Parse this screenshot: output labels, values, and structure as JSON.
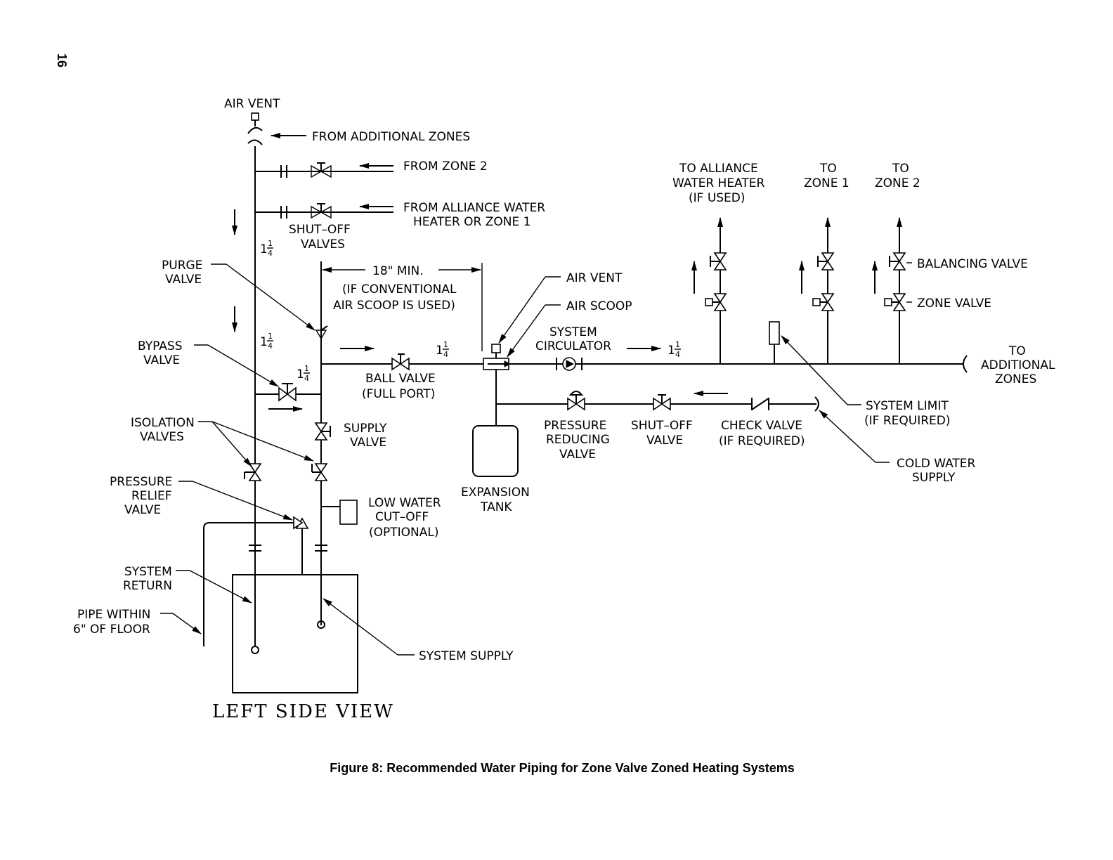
{
  "page_number": "16",
  "caption": "Figure 8: Recommended Water Piping for Zone Valve Zoned Heating Systems",
  "view_title": "LEFT SIDE VIEW",
  "labels": {
    "air_vent_top": "AIR VENT",
    "from_additional_zones": "FROM ADDITIONAL ZONES",
    "from_zone_2": "FROM ZONE 2",
    "from_alliance_1": "FROM ALLIANCE WATER",
    "from_alliance_2": "HEATER OR ZONE 1",
    "shutoff_valves_1": "SHUT–OFF",
    "shutoff_valves_2": "VALVES",
    "purge_1": "PURGE",
    "purge_2": "VALVE",
    "min18_1": "18\" MIN.",
    "min18_2": "(IF CONVENTIONAL",
    "min18_3": "AIR SCOOP IS USED)",
    "bypass_1": "BYPASS",
    "bypass_2": "VALVE",
    "ball_1": "BALL VALVE",
    "ball_2": "(FULL PORT)",
    "air_vent_right": "AIR VENT",
    "air_scoop": "AIR SCOOP",
    "circ_1": "SYSTEM",
    "circ_2": "CIRCULATOR",
    "to_alliance_1": "TO ALLIANCE",
    "to_alliance_2": "WATER HEATER",
    "to_alliance_3": "(IF USED)",
    "to_zone1_1": "TO",
    "to_zone1_2": "ZONE 1",
    "to_zone2_1": "TO",
    "to_zone2_2": "ZONE 2",
    "balancing": "BALANCING VALVE",
    "zone_valve": "ZONE VALVE",
    "to_add_1": "TO",
    "to_add_2": "ADDITIONAL",
    "to_add_3": "ZONES",
    "isolation_1": "ISOLATION",
    "isolation_2": "VALVES",
    "supply_valve_1": "SUPPLY",
    "supply_valve_2": "VALVE",
    "prv_1": "PRESSURE",
    "prv_2": "REDUCING",
    "prv_3": "VALVE",
    "shutoff2_1": "SHUT–OFF",
    "shutoff2_2": "VALVE",
    "check_1": "CHECK VALVE",
    "check_2": "(IF REQUIRED)",
    "limit_1": "SYSTEM LIMIT",
    "limit_2": "(IF REQUIRED)",
    "cold_1": "COLD WATER",
    "cold_2": "SUPPLY",
    "relief_1": "PRESSURE",
    "relief_2": "RELIEF",
    "relief_3": "VALVE",
    "lwco_1": "LOW WATER",
    "lwco_2": "CUT–OFF",
    "lwco_3": "(OPTIONAL)",
    "exp_1": "EXPANSION",
    "exp_2": "TANK",
    "return_1": "SYSTEM",
    "return_2": "RETURN",
    "floor_1": "PIPE WITHIN",
    "floor_2": "6\" OF FLOOR",
    "system_supply": "SYSTEM SUPPLY"
  },
  "pipe_sizes": {
    "whole": "1",
    "numerator": "1",
    "denominator": "4"
  }
}
